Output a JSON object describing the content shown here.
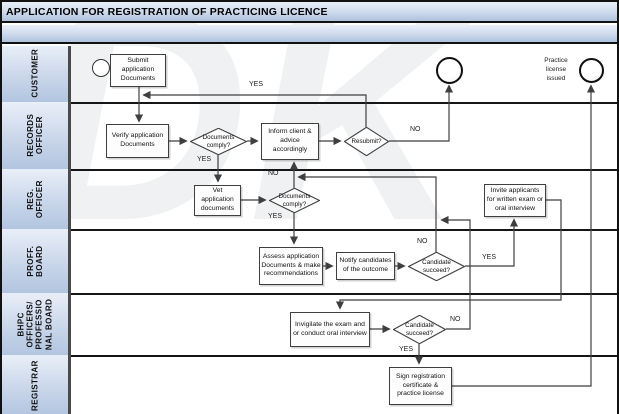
{
  "title": "APPLICATION FOR REGISTRATION OF PRACTICING LICENCE",
  "watermark": "DK",
  "colors": {
    "lane_gradient_top": "#e9eff8",
    "lane_gradient_bottom": "#b2c5e0",
    "connector_line": "#3f3f3f",
    "border": "#111111"
  },
  "lanes": [
    {
      "id": "customer",
      "label": "CUSTOMER"
    },
    {
      "id": "records-officer",
      "label": "RECORDS\nOFFICER"
    },
    {
      "id": "reg-officer",
      "label": "REG.\nOFFICER"
    },
    {
      "id": "proff-board",
      "label": "PROFF.\nBOARD"
    },
    {
      "id": "bhpc-board",
      "label": "BHPC\nOFFICERS/\nPROFESSIO\nNAL BOARD"
    },
    {
      "id": "registrar",
      "label": "REGISTRAR"
    }
  ],
  "nodes": {
    "submit": "Submit application Documents",
    "verify": "Verify application Documents",
    "inform": "Inform client & advice accordingly",
    "vet": "Vet application documents",
    "assess": "Assess application Documents & make recommendations",
    "notify": "Notify candidates of the outcome",
    "invite": "Invite applicants for written exam or oral interview",
    "invigilate": "Invigilate the exam and or conduct oral interview",
    "sign": "Sign registration certificate & practice license"
  },
  "decisions": {
    "doc_comply_records": "Documents comply?",
    "resubmit": "Resubmit?",
    "doc_comply_reg": "Documents comply?",
    "candidate_succeed_proff": "Candidate succeed?",
    "candidate_succeed_bhpc": "Candidate succeed?"
  },
  "edge_labels": {
    "yes": "YES",
    "no": "NO"
  },
  "events": {
    "practice_license_issued": "Practice\nlicense\nissued"
  }
}
